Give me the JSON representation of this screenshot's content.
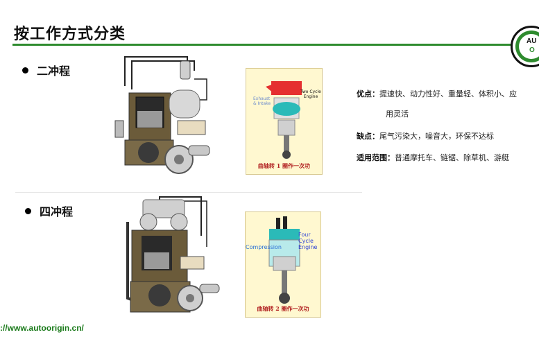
{
  "slide": {
    "title": "按工作方式分类",
    "logo": {
      "line1": "AU",
      "line2": "O"
    },
    "accent_color": "#2e8b2e"
  },
  "sections": [
    {
      "label": "二冲程",
      "animation": {
        "caption": "曲轴转 1 圈作一次功",
        "text_exhaust": "Exhaust & Intake",
        "text_engine": "Two Cycle Engine"
      }
    },
    {
      "label": "四冲程",
      "animation": {
        "caption": "曲轴转 2 圈作一次功",
        "text_stroke": "Compression",
        "text_engine": "Four Cycle Engine"
      }
    }
  ],
  "two_stroke_info": {
    "advantages_label": "优点：",
    "advantages_text": "提速快、动力性好、重量轻、体积小、应",
    "advantages_text_cont": "用灵活",
    "disadvantages_label": "缺点：",
    "disadvantages_text": "尾气污染大，噪音大，环保不达标",
    "scope_label": "适用范围：",
    "scope_text": "普通摩托车、链锯、除草机、游艇"
  },
  "footer": {
    "url": "://www.autoorigin.cn/"
  }
}
